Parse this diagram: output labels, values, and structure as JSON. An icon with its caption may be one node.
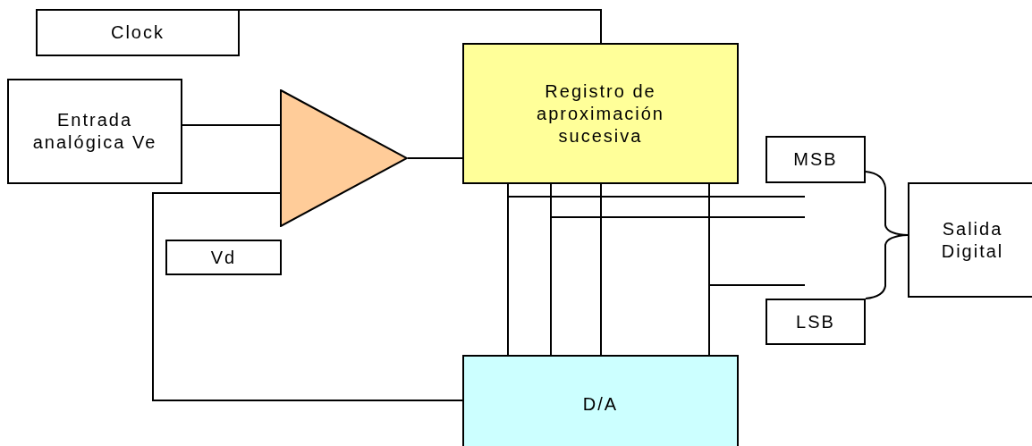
{
  "diagram": {
    "nodes": [
      {
        "text": [
          "Clock"
        ]
      },
      {
        "text": [
          "Entrada analógica Ve"
        ]
      },
      {
        "text": [],
        "shape": "triangle"
      },
      {
        "text": [
          "Registro de aproximación sucesiva"
        ]
      },
      {
        "text": [
          "Vd"
        ]
      },
      {
        "text": [
          "MSB"
        ]
      },
      {
        "text": [
          "LSB"
        ]
      },
      {
        "text": [
          "Salida Digital"
        ]
      },
      {
        "text": [
          "D/A"
        ]
      }
    ],
    "edges": [
      {
        "from": 0,
        "to": 3,
        "arrow": "none"
      },
      {
        "from": 1,
        "to": 2,
        "arrow": "none"
      },
      {
        "from": 2,
        "to": 3,
        "arrow": "none"
      },
      {
        "from": 8,
        "to": 2,
        "arrow": "none"
      },
      {
        "from": 3,
        "to": 8,
        "arrow": "none"
      },
      {
        "from": 3,
        "to": 8,
        "arrow": "none"
      },
      {
        "from": 3,
        "to": 8,
        "arrow": "none"
      },
      {
        "from": 3,
        "to": 8,
        "arrow": "none"
      },
      {
        "from": 3,
        "to": null,
        "arrow": "none"
      },
      {
        "from": 3,
        "to": null,
        "arrow": "none"
      },
      {
        "from": 3,
        "to": null,
        "arrow": "none"
      }
    ]
  }
}
